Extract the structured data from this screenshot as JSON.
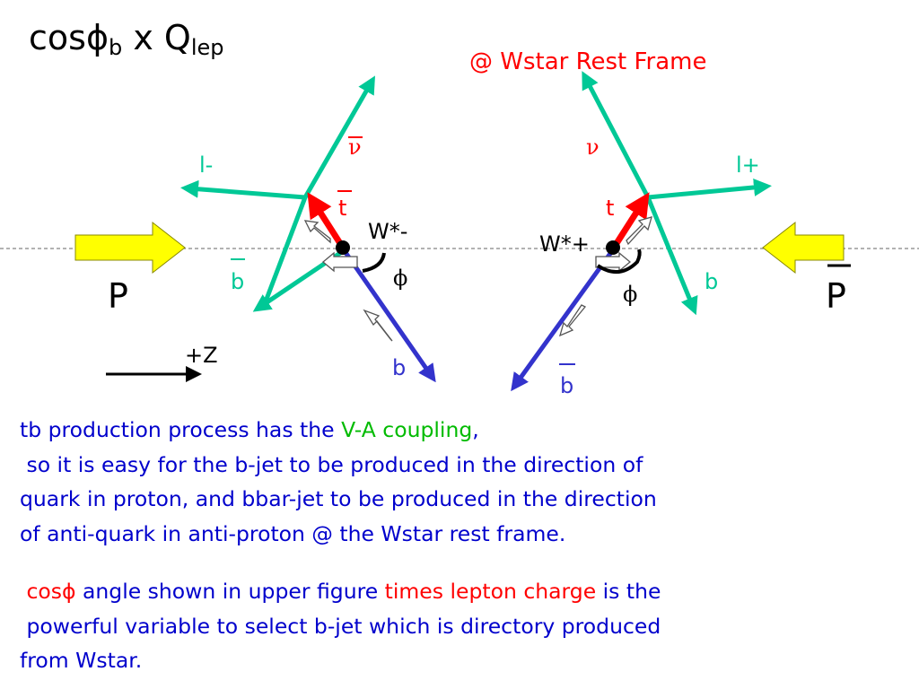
{
  "title": {
    "main": "cosϕ",
    "sub": "b",
    "times": "x Q",
    "sub2": "lep"
  },
  "frame_label": "@ Wstar Rest Frame",
  "left_diagram": {
    "nu_label": "ν",
    "lep_label": "l-",
    "top_label": "t",
    "w_label": "W*-",
    "bbar_label": "b",
    "phi_label": "ϕ",
    "b_label": "b",
    "proton_label": "P",
    "z_label": "+Z"
  },
  "right_diagram": {
    "nu_label": "ν",
    "lep_label": "l+",
    "top_label": "t",
    "w_label": "W*+",
    "b_label": "b",
    "phi_label": "ϕ",
    "bbar_label": "b",
    "antiproton_label": "P"
  },
  "paragraph1": {
    "line1_pre": "tb production process has the ",
    "line1_green": "V-A coupling",
    "line1_post": ",",
    "line2": " so it is easy for the b-jet to be produced in the direction of",
    "line3": "quark in proton, and bbar-jet to be produced in the direction",
    "line4": "of anti-quark in anti-proton @ the Wstar rest frame."
  },
  "paragraph2": {
    "line1_red1": "cosϕ",
    "line1_mid": " angle shown in upper figure ",
    "line1_red2": "times lepton charge",
    "line1_post": " is the",
    "line2": " powerful variable to select b-jet which is directory produced",
    "line3": "from Wstar."
  },
  "colors": {
    "teal": "#00c896",
    "red": "#ff0000",
    "blue": "#3333cc",
    "yellow": "#ffff00",
    "text_blue": "#0000cc",
    "green": "#00bb00"
  }
}
